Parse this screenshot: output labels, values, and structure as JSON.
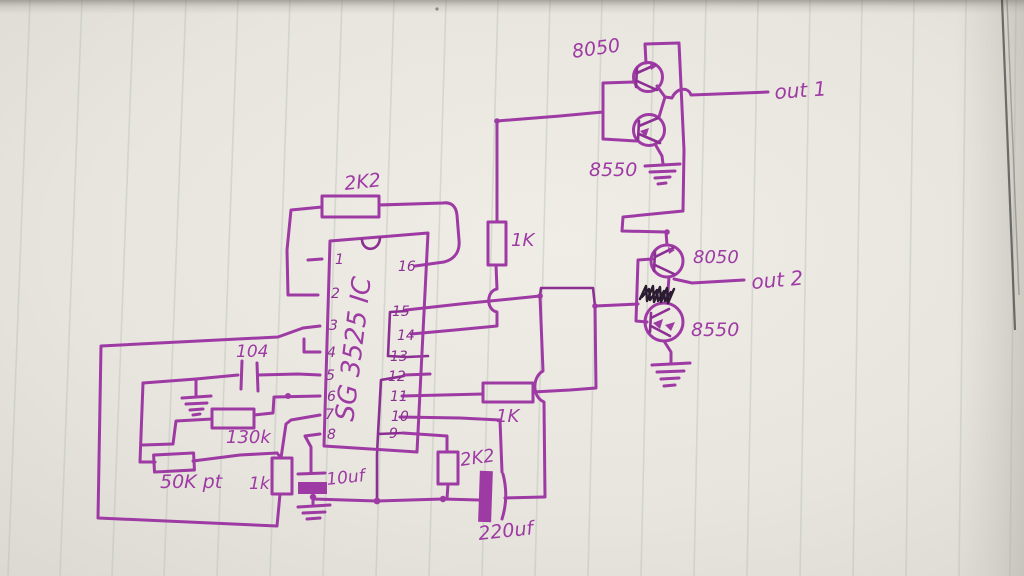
{
  "ic": {
    "label": "SG 3525 IC",
    "pins_left": [
      "1",
      "2",
      "3",
      "4",
      "5",
      "6",
      "7",
      "8"
    ],
    "pins_right": [
      "16",
      "15",
      "14",
      "13",
      "12",
      "11",
      "10",
      "9"
    ]
  },
  "components": {
    "r_2k2_top": "2K2",
    "r_1k_upper": "1K",
    "r_1k_lower": "1K",
    "r_2k2_bottom": "2K2",
    "c_220uf": "220uf",
    "c_104": "104",
    "r_130k": "130k",
    "r_50k_pot": "50K pt",
    "r_1k_left": "1k",
    "c_10uf": "10uf",
    "q_pair1_top": "8050",
    "q_pair1_bottom": "8550",
    "q_pair2_top": "8050",
    "q_pair2_bottom": "8550"
  },
  "outputs": {
    "out1": "out 1",
    "out2": "out 2"
  },
  "colors": {
    "ink": "#9e3aa4",
    "ink_dark": "#8b2f93",
    "paper": "#e7e5dd",
    "scribble": "#2b1b31"
  }
}
